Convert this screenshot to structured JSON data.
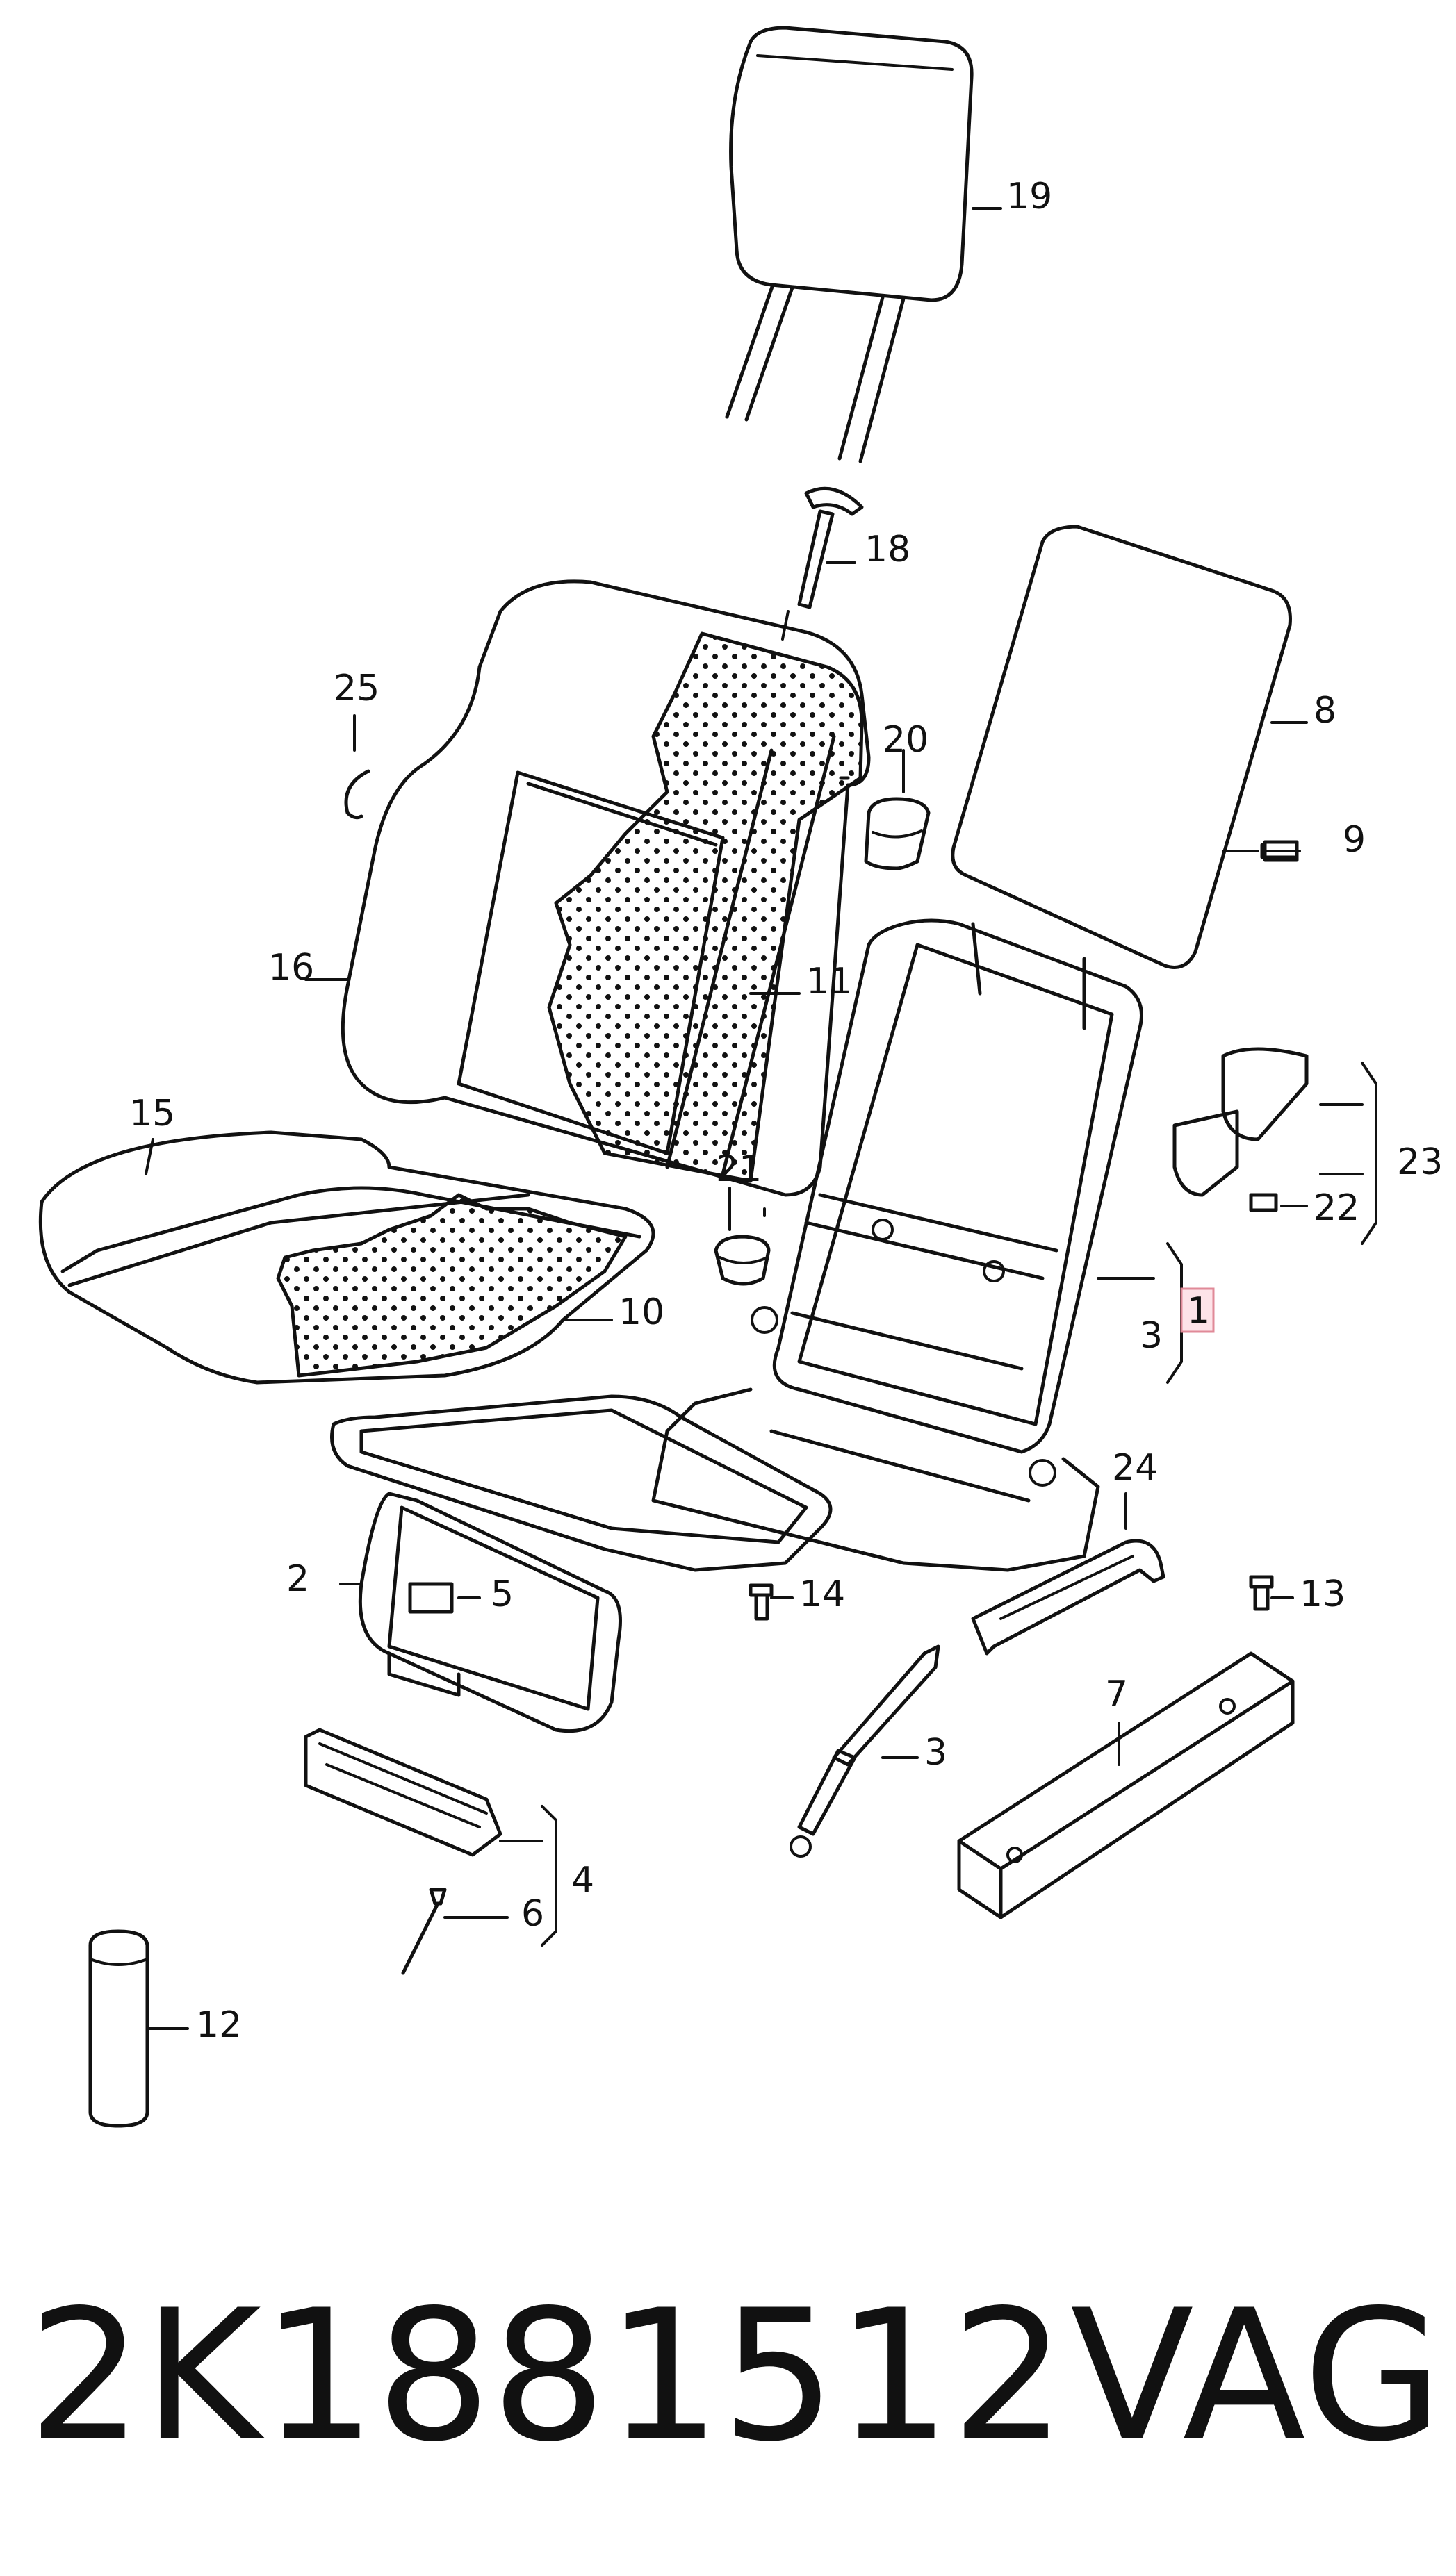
{
  "diagram": {
    "callouts": {
      "c1": "1",
      "c2": "2",
      "c3a": "3",
      "c3b": "3",
      "c4": "4",
      "c5": "5",
      "c6": "6",
      "c7": "7",
      "c8": "8",
      "c9": "9",
      "c10": "10",
      "c11": "11",
      "c12": "12",
      "c13": "13",
      "c14": "14",
      "c15": "15",
      "c16": "16",
      "c18": "18",
      "c19": "19",
      "c20": "20",
      "c21": "21",
      "c22": "22",
      "c23": "23",
      "c24": "24",
      "c25": "25"
    },
    "part_number": "2K1881512",
    "brand": "VAG",
    "highlight_color": "#fde3e8"
  }
}
